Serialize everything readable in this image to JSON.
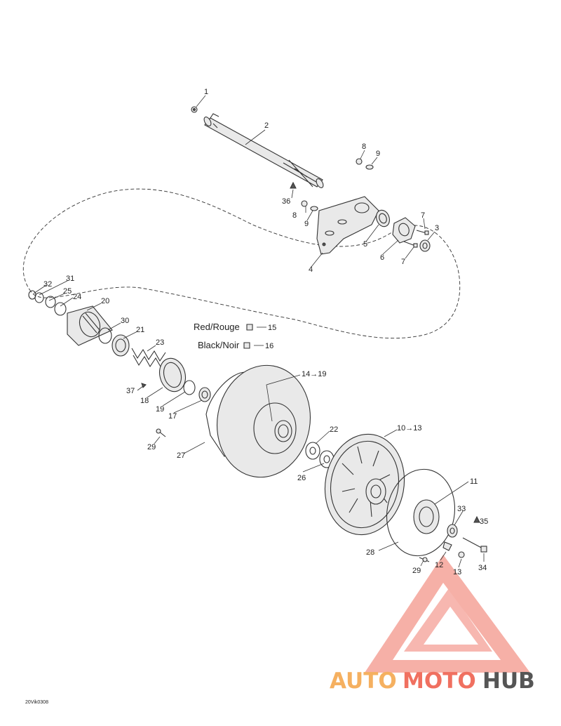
{
  "labels": {
    "n1": "1",
    "n2": "2",
    "n3": "3",
    "n4": "4",
    "n5": "5",
    "n6": "6",
    "n7a": "7",
    "n7b": "7",
    "n8a": "8",
    "n8b": "8",
    "n9a": "9",
    "n9b": "9",
    "n36": "36",
    "n32": "32",
    "n31": "31",
    "n25": "25",
    "n24": "24",
    "n20": "20",
    "n30": "30",
    "n21": "21",
    "n23": "23",
    "n37": "37",
    "n18": "18",
    "n19": "19",
    "n17": "17",
    "n29a": "29",
    "n27": "27",
    "n14_19": "14→19",
    "n22": "22",
    "n26": "26",
    "n10_13": "10→13",
    "n11": "11",
    "n33": "33",
    "n35": "35",
    "n28": "28",
    "n29b": "29",
    "n12": "12",
    "n13": "13",
    "n34": "34",
    "n15": "15",
    "n16": "16"
  },
  "legend": {
    "red": "Red/Rouge",
    "black": "Black/Noir"
  },
  "code": "20Vik0308",
  "watermark": {
    "auto": "AUTO",
    "moto": "MOTO",
    "hub": "HUB",
    "color_accent": "#f07060",
    "color_auto": "#f5b060",
    "color_hub": "#555555"
  }
}
